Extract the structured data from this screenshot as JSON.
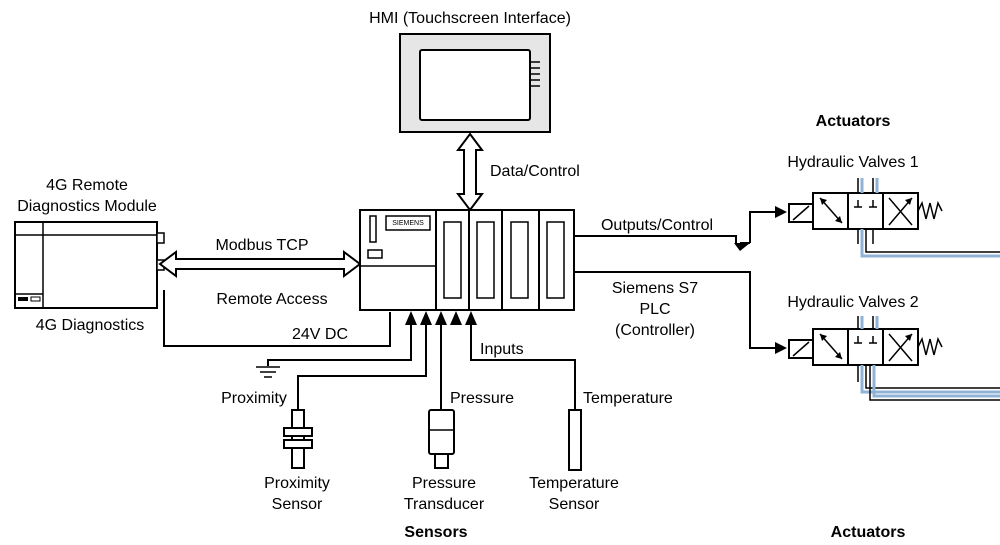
{
  "hmi": {
    "title": "HMI (Touchscreen Interface)",
    "link_label": "Data/Control"
  },
  "remote_module": {
    "title_line1": "4G Remote",
    "title_line2": "Diagnostics Module",
    "caption": "4G Diagnostics",
    "link_top_label": "Modbus TCP",
    "link_bottom_label": "Remote Access",
    "power_label": "24V DC"
  },
  "plc": {
    "brand": "SIEMENS",
    "name_line1": "Siemens S7",
    "name_line2": "PLC",
    "name_line3": "(Controller)",
    "outputs_label": "Outputs/Control",
    "inputs_label": "Inputs"
  },
  "actuators": {
    "heading_top": "Actuators",
    "heading_bottom": "Actuators",
    "valve1_label": "Hydraulic Valves 1",
    "valve2_label": "Hydraulic Valves 2"
  },
  "sensors": {
    "heading": "Sensors",
    "proximity_signal": "Proximity",
    "proximity_line1": "Proximity",
    "proximity_line2": "Sensor",
    "pressure_signal": "Pressure",
    "pressure_line1": "Pressure",
    "pressure_line2": "Transducer",
    "temperature_signal": "Temperature",
    "temperature_line1": "Temperature",
    "temperature_line2": "Sensor"
  },
  "colors": {
    "line": "#000000",
    "hydraulic_blue": "#8fb3d6",
    "screen_gray": "#e6e6e6"
  }
}
